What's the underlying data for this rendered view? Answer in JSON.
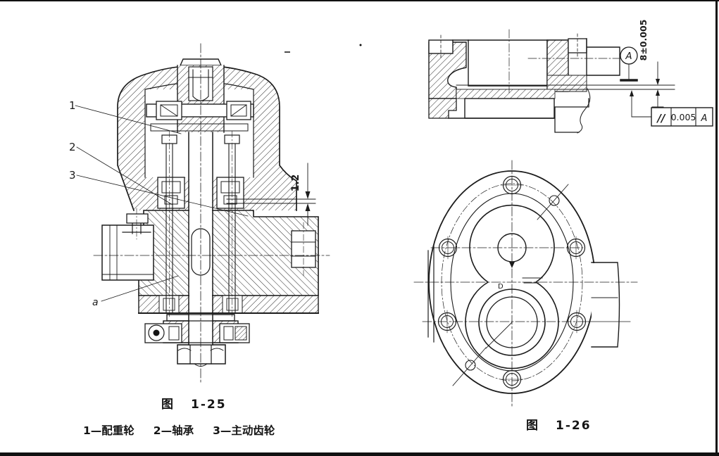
{
  "page": {
    "background": "#ffffff",
    "ink": "#1c1c1c",
    "kind": "scanned engineering drawing page"
  },
  "figure_1_25": {
    "caption": {
      "prefix": "图",
      "number": "1-25"
    },
    "legend": {
      "item1": "1—配重轮",
      "item2": "2—轴承",
      "item3": "3—主动齿轮"
    },
    "callouts": {
      "label1": "1",
      "label2": "2",
      "label3": "3",
      "surface": "a"
    },
    "dimensions": {
      "gap": "1.2"
    }
  },
  "figure_1_26": {
    "caption": {
      "prefix": "图",
      "number": "1-26"
    },
    "dimensions": {
      "height": "8±0.005"
    },
    "datum": {
      "label": "A"
    },
    "tolerance_frame": {
      "symbol": "//",
      "value": "0.005",
      "datum": "A"
    },
    "face_view": {
      "boss_mark": "D"
    }
  }
}
